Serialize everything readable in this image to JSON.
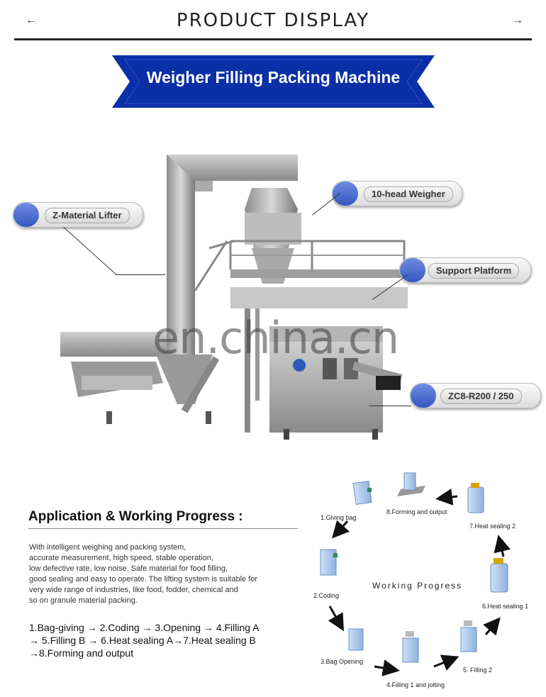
{
  "header": {
    "title": "PRODUCT DISPLAY",
    "prev_icon": "arrow-left-icon",
    "next_icon": "arrow-right-icon",
    "prev_glyph": "←",
    "next_glyph": "→"
  },
  "banner": {
    "text": "Weigher Filling Packing Machine",
    "color": "#0b2fa6"
  },
  "callouts": {
    "lifter": "Z-Material Lifter",
    "weigher": "10-head Weigher",
    "platform": "Support Platform",
    "model": "ZC8-R200 / 250"
  },
  "watermark": "en.china.cn",
  "application": {
    "title": "Application & Working Progress :",
    "description": "With intelligent weighing and packing system,\naccurate measurement, high speed, stable operation,\nlow defective rate, low noise. Safe material for food filling,\ngood sealing and easy to operate. The lifting system is suitable for\nvery wide range of industries, like food, fodder, chemical and\nso on granule material packing.",
    "steps": "1.Bag-giving → 2.Coding → 3.Opening → 4.Filling A\n→ 5.Filling B → 6.Heat sealing A→7.Heat sealing B\n→8.Forming and output"
  },
  "diagram": {
    "center_label": "Working Progress",
    "steps": [
      "1.Giving bag",
      "2.Coding",
      "3.Bag Opening",
      "4.Filling 1 and jolting",
      "5. Filling 2",
      "6.Heat sealing 1",
      "7.Heat sealing 2",
      "8.Forming and output"
    ]
  }
}
